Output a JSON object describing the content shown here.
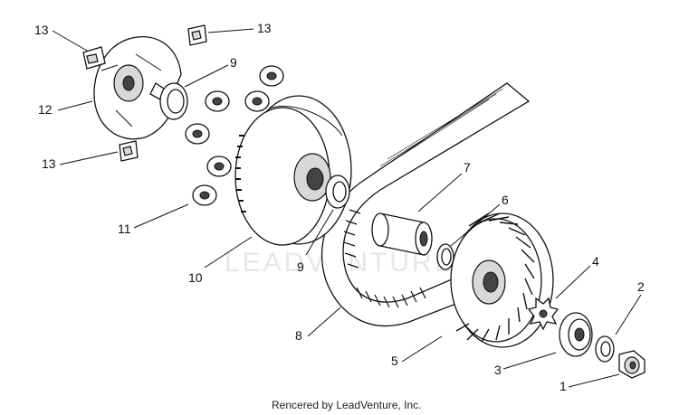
{
  "diagram": {
    "watermark": "LEADVENTURE",
    "credit": "Rencered by LeadVenture, Inc.",
    "callouts": [
      {
        "id": "c13a",
        "label": "13"
      },
      {
        "id": "c13b",
        "label": "13"
      },
      {
        "id": "c9a",
        "label": "9"
      },
      {
        "id": "c12",
        "label": "12"
      },
      {
        "id": "c13c",
        "label": "13"
      },
      {
        "id": "c7",
        "label": "7"
      },
      {
        "id": "c6",
        "label": "6"
      },
      {
        "id": "c11",
        "label": "11"
      },
      {
        "id": "c10",
        "label": "10"
      },
      {
        "id": "c9b",
        "label": "9"
      },
      {
        "id": "c4",
        "label": "4"
      },
      {
        "id": "c2",
        "label": "2"
      },
      {
        "id": "c8",
        "label": "8"
      },
      {
        "id": "c5",
        "label": "5"
      },
      {
        "id": "c3",
        "label": "3"
      },
      {
        "id": "c1",
        "label": "1"
      }
    ]
  }
}
